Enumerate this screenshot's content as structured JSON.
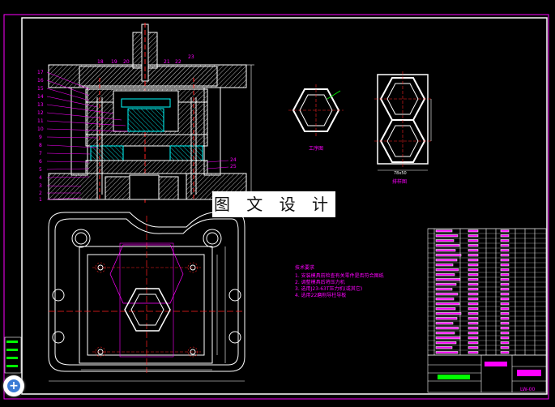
{
  "watermark": "图 文 设 计",
  "part_drawing": {
    "label": "工序图"
  },
  "layout_drawing": {
    "label": "排样图",
    "dim_text": "78x50"
  },
  "tech_notes": {
    "title": "技术要求",
    "lines": [
      "1. 安装模具前检查有关零件是否符合图纸",
      "2. 调整模具后将压力机",
      "3. 选用J23-63T压力机(或其它)",
      "4. 选用22磨削导柱导板"
    ]
  },
  "part_numbers": [
    "17",
    "16",
    "15",
    "14",
    "13",
    "12",
    "11",
    "10",
    "9",
    "8",
    "7",
    "6",
    "5",
    "4",
    "3",
    "2",
    "1"
  ],
  "top_part_numbers": [
    "18",
    "19",
    "20",
    "21",
    "22",
    "23"
  ],
  "right_labels": [
    "24",
    "25"
  ],
  "title_block": {
    "drawing_no": "LW-00"
  },
  "colors": {
    "line": "#ffffff",
    "red": "#ff2020",
    "magenta": "#ff00ff",
    "green": "#00ff00",
    "yellow": "#ffff00",
    "cyan": "#00ffff"
  },
  "fab_icon": "plus-icon"
}
